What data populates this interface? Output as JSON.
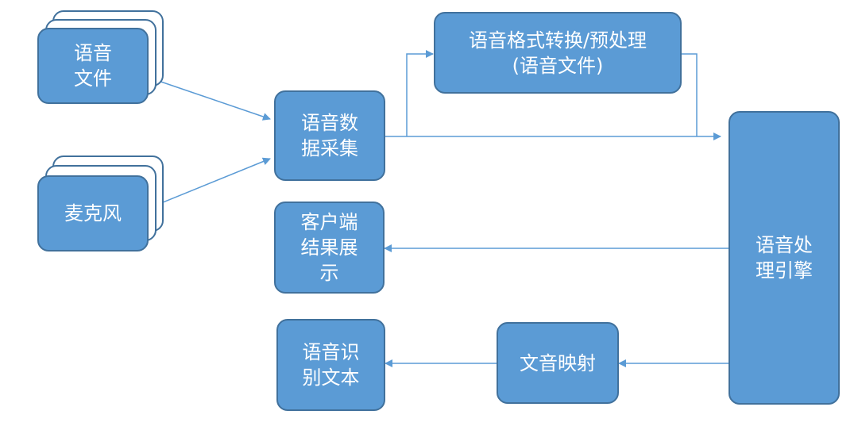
{
  "diagram": {
    "nodes": {
      "audio_file": "语音\n文件",
      "microphone": "麦克风",
      "data_collection": "语音数\n据采集",
      "format_convert": "语音格式转换/预处理\n(语音文件)",
      "engine": "语音处\n理引擎",
      "client_display": "客户端\n结果展\n示",
      "text_mapping": "文音映射",
      "recognized_text": "语音识\n别文本"
    },
    "colors": {
      "node_fill": "#5b9bd5",
      "node_border": "#41719c",
      "arrow": "#5b9bd5",
      "text": "#ffffff"
    }
  }
}
